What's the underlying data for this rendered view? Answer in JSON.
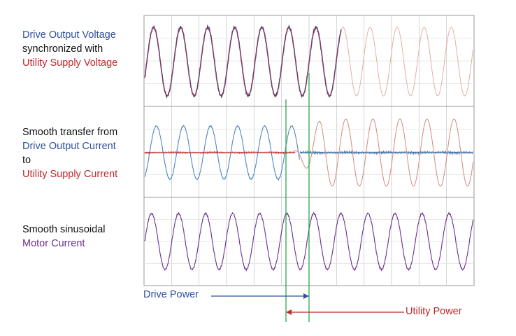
{
  "panels": [
    {
      "lines": [
        {
          "text": "Drive Output Voltage",
          "color": "blue"
        },
        {
          "text": "synchronized with",
          "color": "black"
        },
        {
          "text": "Utility Supply Voltage",
          "color": "red"
        }
      ]
    },
    {
      "lines": [
        {
          "text": "Smooth transfer from",
          "color": "black"
        },
        {
          "text": "Drive Output Current",
          "color": "blue"
        },
        {
          "text": "to",
          "color": "black"
        },
        {
          "text": "Utility Supply Current",
          "color": "red"
        }
      ]
    },
    {
      "lines": [
        {
          "text": "Smooth sinusoidal",
          "color": "black"
        },
        {
          "text": "Motor Current",
          "color": "purple"
        }
      ]
    }
  ],
  "arrows": {
    "drive_power": "Drive Power",
    "utility_power": "Utility Power"
  },
  "colors": {
    "drive": "#2f4f9f",
    "utility": "#c0282a",
    "motor": "#6a2f8f",
    "marker": "#2aa84a",
    "grid": "#c9c9c9"
  }
}
